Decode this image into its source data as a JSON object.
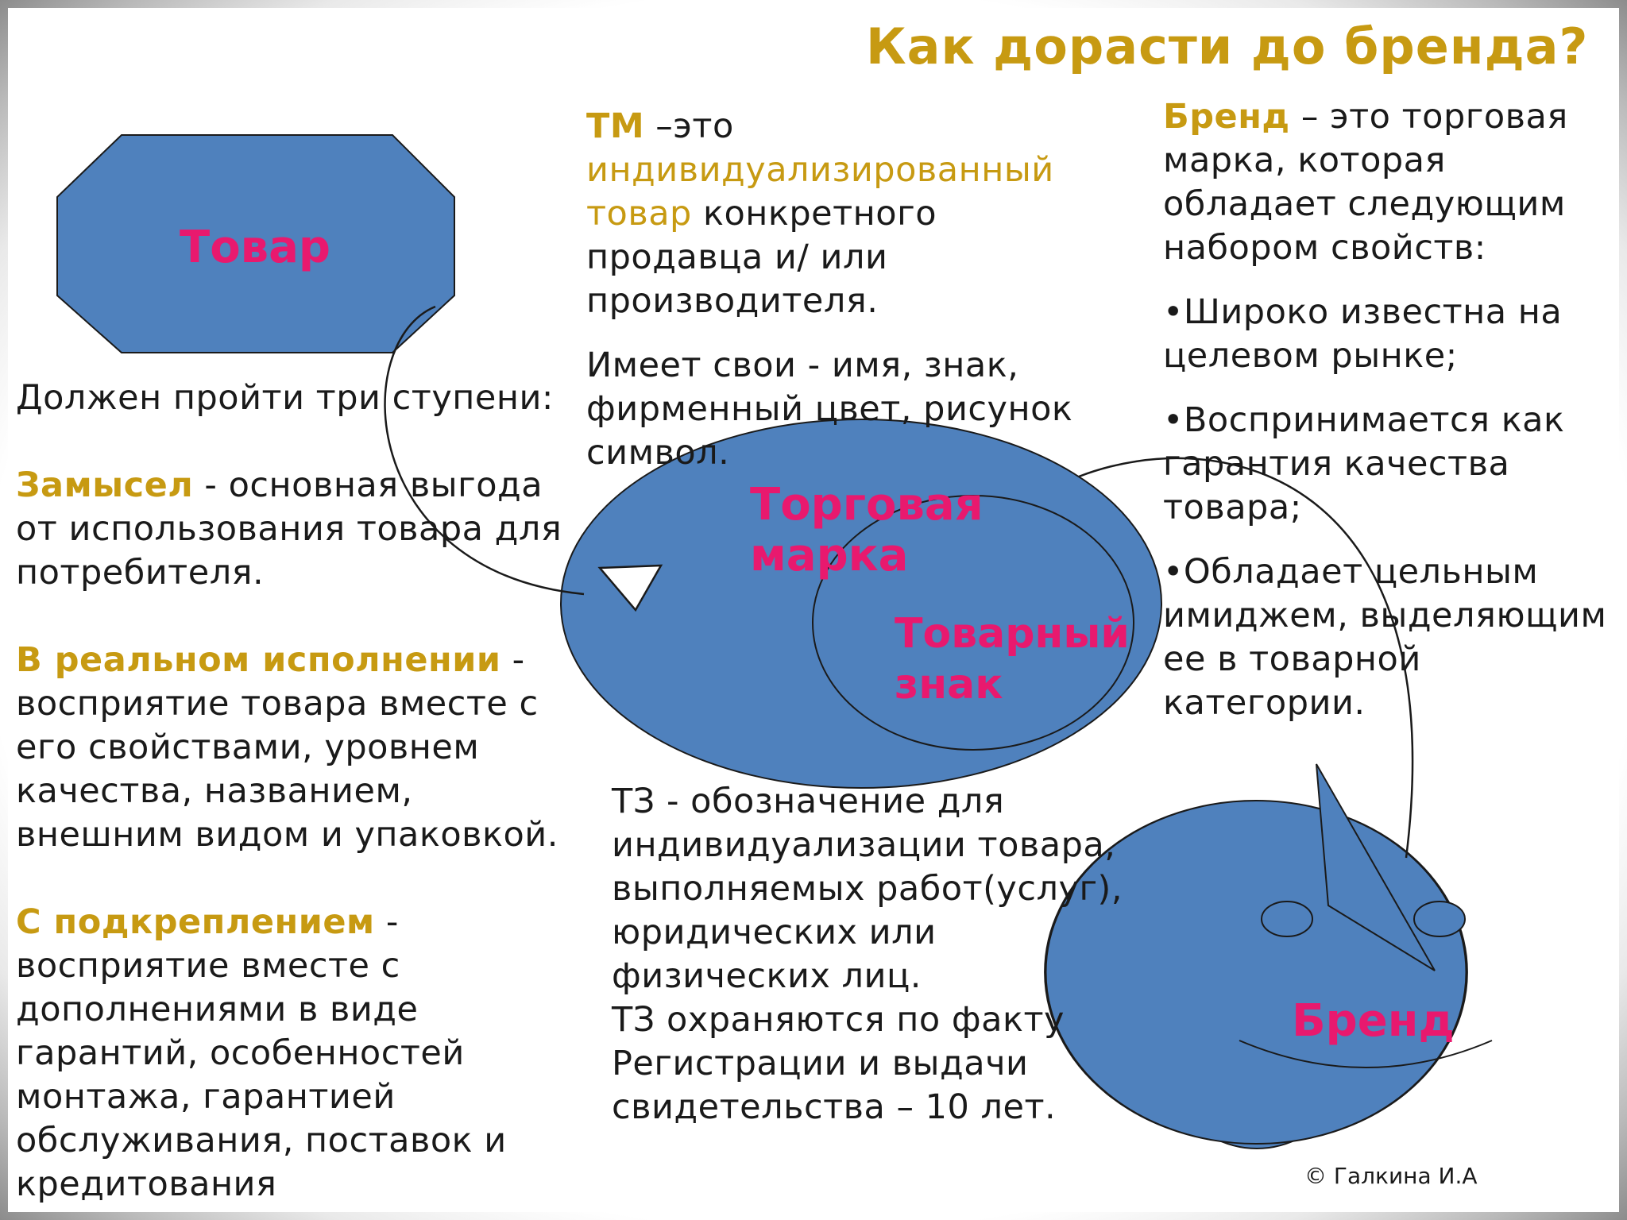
{
  "title": "Как дорасти до бренда?",
  "shapes": {
    "tovar": "Товар",
    "torgovaya_marka": "Торговая марка",
    "tovarny_znak": "Товарный знак",
    "brend": "Бренд"
  },
  "left": {
    "intro": "Должен пройти три ступени:",
    "step1_term": "Замысел",
    "step1_text": " - основная выгода от использования товара для потребителя.",
    "step2_term": "В реальном исполнении",
    "step2_text": " - восприятие товара вместе с его свойствами, уровнем качества, названием, внешним видом и упаковкой.",
    "step3_term": "С подкреплением",
    "step3_text": " - восприятие  вместе с дополнениями в виде гарантий, особенностей монтажа, гарантией обслуживания, поставок и кредитования"
  },
  "tm": {
    "term": "ТМ",
    "dash": " –это ",
    "highlight": "индивидуализированный товар",
    "rest": " конкретного продавца и/ или производителя.",
    "para2": "Имеет свои -  имя, знак, фирменный цвет, рисунок символ."
  },
  "tz": {
    "para1": "ТЗ  - обозначение для индивидуализации товара, выполняемых работ(услуг), юридических или физических лиц.",
    "para2": "ТЗ охраняются по факту Регистрации и  выдачи свидетельства  – 10 лет."
  },
  "brand": {
    "term": "Бренд",
    "intro": " – это торговая марка, которая обладает следующим набором свойств:",
    "bullets": [
      "•Широко известна на целевом рынке;",
      "•Воспринимается как гарантия качества товара;",
      "•Обладает цельным имиджем, выделяющим ее в товарной категории."
    ]
  },
  "copyright": "© Галкина И.А",
  "colors": {
    "shape_fill": "#4f81bd",
    "accent_gold": "#c79a12",
    "accent_pink": "#e8196e"
  }
}
